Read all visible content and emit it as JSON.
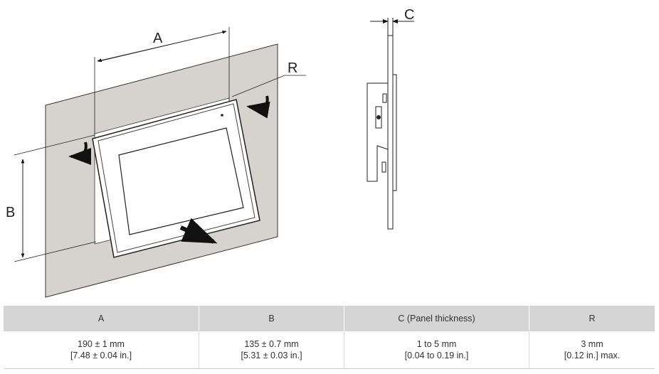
{
  "figure": {
    "labels": {
      "a": "A",
      "b": "B",
      "c": "C",
      "r": "R"
    }
  },
  "table": {
    "headers": [
      "A",
      "B",
      "C (Panel thickness)",
      "R"
    ],
    "rows": [
      [
        [
          "190 ± 1 mm",
          "[7.48 ± 0.04 in.]"
        ],
        [
          "135 ± 0.7 mm",
          "[5.31 ± 0.03 in.]"
        ],
        [
          "1 to 5 mm",
          "[0.04 to 0.19 in.]"
        ],
        [
          "3 mm",
          "[0.12 in.] max."
        ]
      ]
    ]
  }
}
